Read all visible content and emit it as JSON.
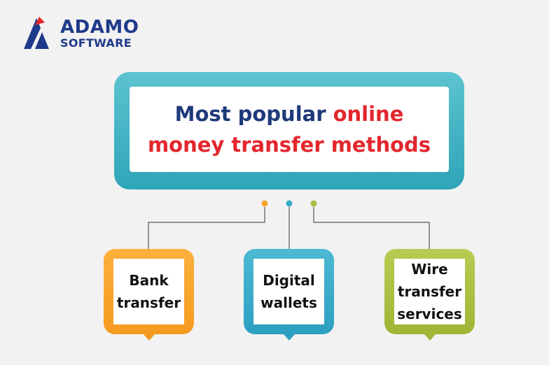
{
  "logo": {
    "line1": "ADAMO",
    "line2": "SOFTWARE",
    "colors": {
      "primary": "#1f3a8a",
      "accent": "#e3262d"
    }
  },
  "title": {
    "part1": "Most popular ",
    "part2": "online",
    "part3": "money transfer methods",
    "colors": {
      "dark": "#1f3a7a",
      "red": "#e3262d",
      "frame": "#3fb0c2"
    }
  },
  "methods": [
    {
      "label_lines": [
        "Bank",
        "transfer"
      ],
      "color": "#f7a329",
      "dot_icon": "orange-dot"
    },
    {
      "label_lines": [
        "Digital",
        "wallets"
      ],
      "color": "#35a8c8",
      "dot_icon": "blue-dot"
    },
    {
      "label_lines": [
        "Wire",
        "transfer",
        "services"
      ],
      "color": "#a8bd3f",
      "dot_icon": "green-dot"
    }
  ]
}
